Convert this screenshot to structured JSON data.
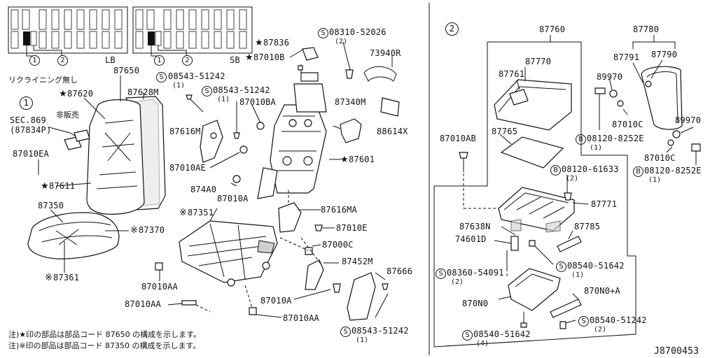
{
  "diagram_id": "J8700453",
  "variants": {
    "lb": "LB",
    "sb": "SB"
  },
  "note_recliner": "リクライニング無し",
  "note_not_sold": "非販売",
  "section_markers": {
    "one": "1",
    "two": "2"
  },
  "left_panel": {
    "labels": {
      "p87650": "87650",
      "p87628m": "87628M",
      "p87620": "87620",
      "sec869": "SEC.869",
      "sec869_ref": "(87834P)",
      "p87010ea": "87010EA",
      "p87611": "87611",
      "p87350": "87350",
      "p87370": "87370",
      "p87361": "87361",
      "p87616m": "87616M",
      "p87010ae": "87010AE",
      "p874a0": "874A0",
      "p87010a_1": "87010A",
      "p87351": "87351",
      "p87010aa_1": "87010AA",
      "p87010aa_2": "87010AA",
      "p87010aa_3": "87010AA",
      "p87010a_2": "87010A",
      "p87452m": "87452M",
      "p87666": "87666",
      "p87616ma": "87616MA",
      "p87010e": "87010E",
      "p87000c": "87000C",
      "p87601": "87601",
      "p87340m": "87340M",
      "p88614x": "88614X",
      "p73940r": "73940R",
      "p87836": "87836",
      "p87010b": "87010B",
      "p87010ba": "87010BA",
      "s08310": "08310-52026",
      "s08310_qty": "(2)",
      "s08543_a": "08543-51242",
      "s08543_a_qty": "(1)",
      "s08543_b": "08543-51242",
      "s08543_b_qty": "(1)",
      "s08543_c": "08543-51242",
      "s08543_c_qty": "(1)"
    },
    "footnotes": [
      "注)★印の部品は部品コード 87650 の構成を示します。",
      "注)※印の部品は部品コード 87350 の構成を示します。"
    ]
  },
  "right_panel": {
    "labels": {
      "p87760": "87760",
      "p87780": "87780",
      "p87770": "87770",
      "p87761": "87761",
      "p87791": "87791",
      "p87790": "87790",
      "p89970_1": "89970",
      "p87010c_1": "87010C",
      "p89970_2": "89970",
      "p87010c_2": "87010C",
      "b08120_a": "08120-8252E",
      "b08120_a_qty": "(1)",
      "b08120_b": "08120-8252E",
      "b08120_b_qty": "(1)",
      "p87765": "87765",
      "p87010ab": "87010AB",
      "b08120_c": "08120-61633",
      "b08120_c_qty": "(2)",
      "p87771": "87771",
      "p87638n": "87638N",
      "p74601d": "74601D",
      "p87785": "87785",
      "s08540_a": "08540-51642",
      "s08540_a_qty": "(1)",
      "s08360": "08360-54091",
      "s08360_qty": "(2)",
      "p870n0a": "870N0+A",
      "p870n0": "870N0",
      "s08540_b": "08540-51242",
      "s08540_b_qty": "(2)",
      "s08540_c": "08540-51642",
      "s08540_c_qty": "(4)"
    }
  },
  "symbols": {
    "star": "★",
    "kome": "※",
    "s_circle": "S",
    "b_circle": "B"
  }
}
